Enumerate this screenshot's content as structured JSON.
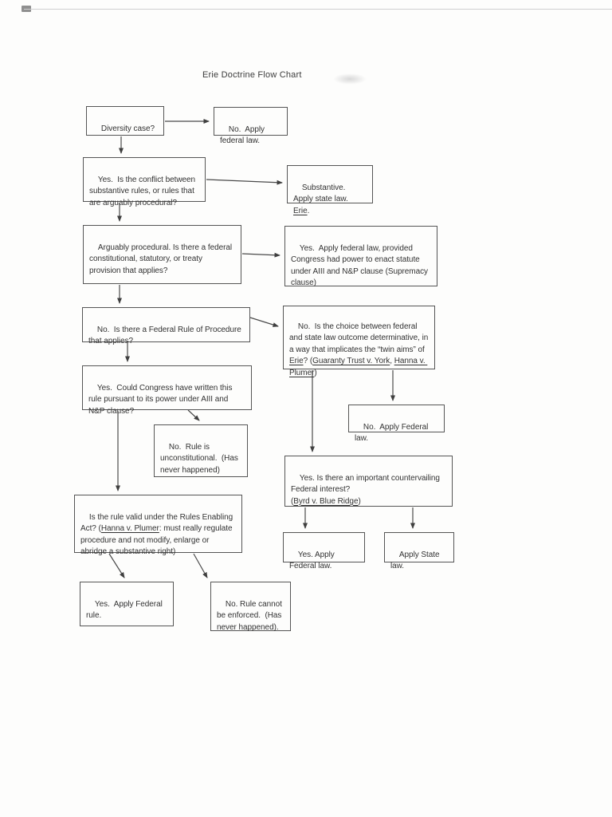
{
  "title": "Erie Doctrine Flow Chart",
  "nodes": {
    "diversity": {
      "text": "Diversity case?"
    },
    "no_federal": {
      "text": "No.  Apply federal law."
    },
    "conflict": {
      "text": "Yes.  Is the conflict between substantive rules, or rules that are arguably procedural?"
    },
    "substantive": {
      "segments": [
        {
          "t": "Substantive.  Apply state law.  "
        },
        {
          "t": "Erie",
          "underline": true
        },
        {
          "t": "."
        }
      ]
    },
    "arguably_procedural": {
      "text": "Arguably procedural. Is there a federal constitutional, statutory, or treaty provision that applies?"
    },
    "federal_statute": {
      "text": "Yes.  Apply federal law, provided Congress had power to enact statute under AIII and N&P clause (Supremacy clause)"
    },
    "frcp": {
      "text": "No.  Is there a Federal Rule of Procedure that applies?"
    },
    "twin_aims": {
      "segments": [
        {
          "t": "No.  Is the choice between federal and state law outcome determinative, in a way that implicates the “twin aims” of "
        },
        {
          "t": "Erie",
          "underline": true
        },
        {
          "t": "? ("
        },
        {
          "t": "Guaranty Trust v. York",
          "underline": true
        },
        {
          "t": ", "
        },
        {
          "t": "Hanna v. Plumer",
          "underline": true
        },
        {
          "t": ")"
        }
      ]
    },
    "congress_power": {
      "text": "Yes.  Could Congress have written this rule pursuant to its power under AIII and N&P clause?"
    },
    "unconstitutional": {
      "text": "No.  Rule is unconstitutional.  (Has never happened)"
    },
    "no_apply_federal_law": {
      "text": "No.  Apply Federal law."
    },
    "countervailing": {
      "segments": [
        {
          "t": "Yes. Is there an important countervailing Federal interest?"
        },
        {
          "t": "("
        },
        {
          "t": "Byrd v. Blue Ridge",
          "underline": true
        },
        {
          "t": ")"
        }
      ]
    },
    "rules_enabling": {
      "segments": [
        {
          "t": "Is the rule valid under the Rules Enabling Act? ("
        },
        {
          "t": "Hanna v. Plumer",
          "underline": true
        },
        {
          "t": ": must really regulate procedure and not modify, enlarge or abridge a substantive right)"
        }
      ]
    },
    "yes_apply_federal_law": {
      "text": "Yes. Apply Federal law."
    },
    "apply_state_law": {
      "text": "Apply State law."
    },
    "yes_apply_federal_rule": {
      "text": "Yes.  Apply Federal rule."
    },
    "cannot_be_enforced": {
      "text": "No. Rule cannot be enforced.  (Has never happened)."
    }
  }
}
